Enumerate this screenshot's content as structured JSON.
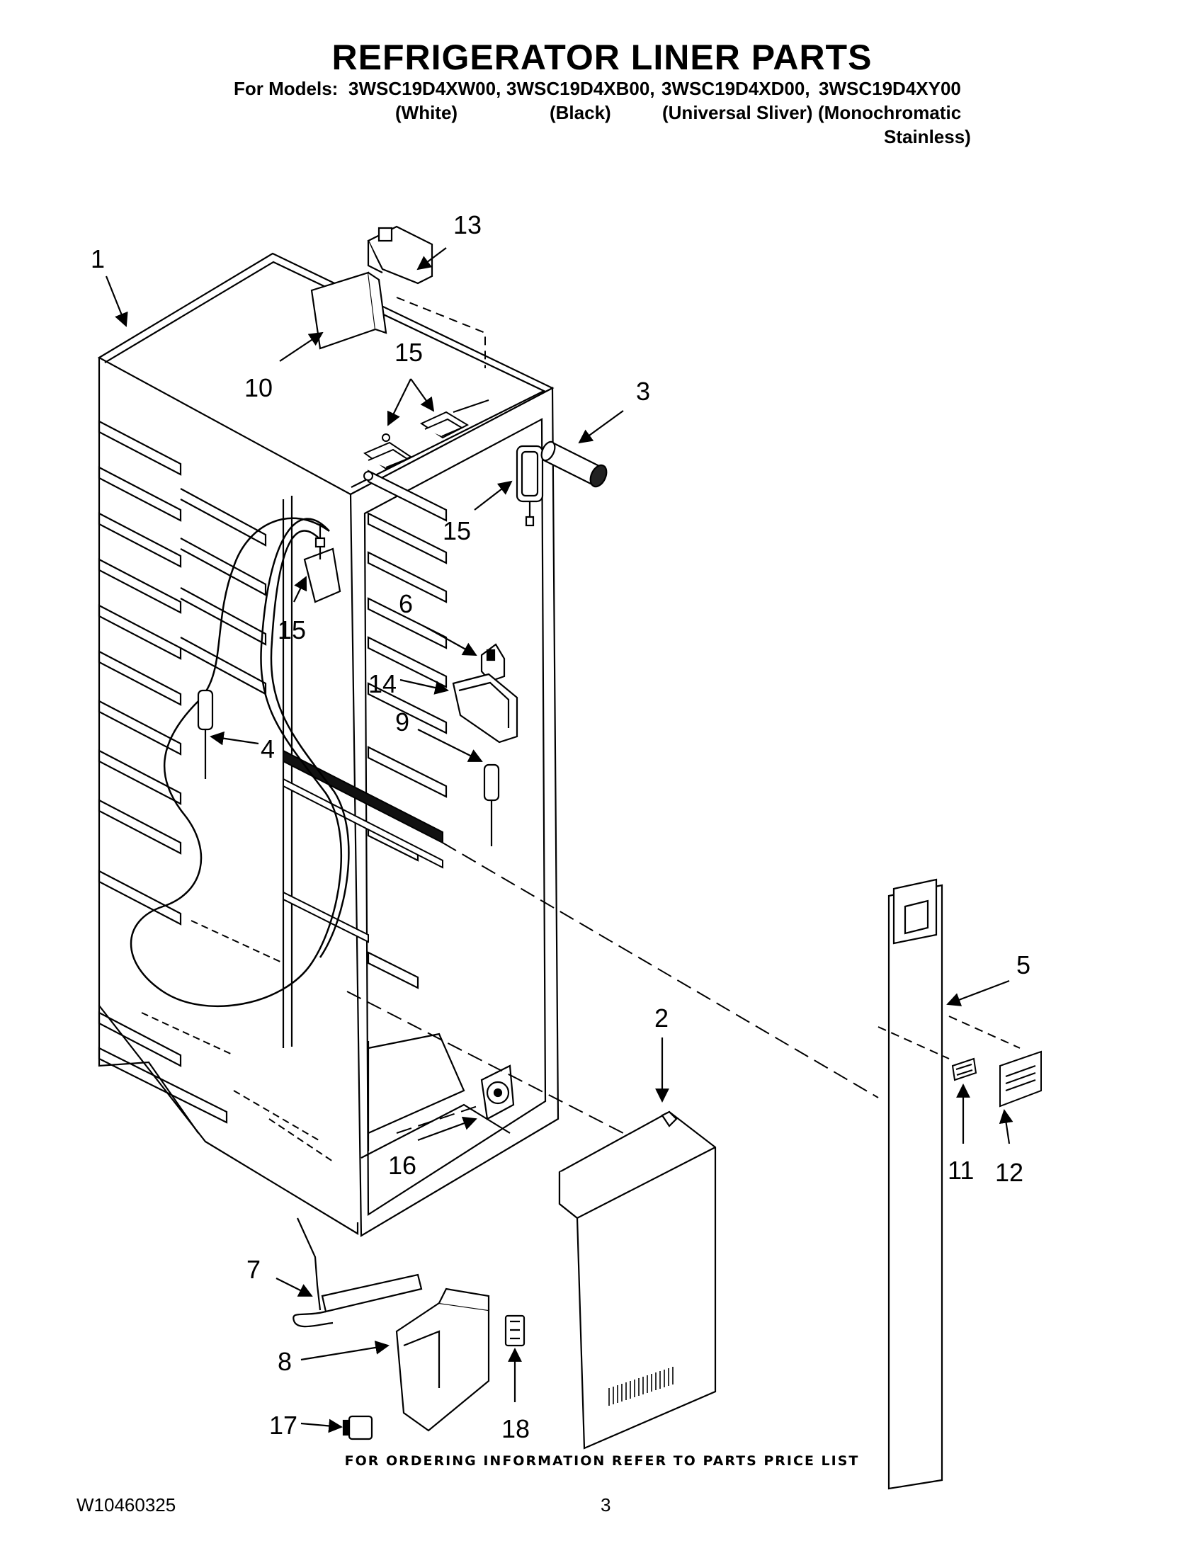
{
  "title": "REFRIGERATOR LINER PARTS",
  "models": {
    "prefix": "For Models:",
    "list": [
      "3WSC19D4XW00,",
      "3WSC19D4XB00,",
      "3WSC19D4XD00,",
      "3WSC19D4XY00"
    ],
    "colors": [
      "(White)",
      "(Black)",
      "(Universal Sliver)",
      "(Monochromatic"
    ],
    "colors_cont": "Stainless)"
  },
  "callouts": {
    "c1": "1",
    "c2": "2",
    "c3": "3",
    "c4": "4",
    "c5": "5",
    "c6": "6",
    "c7": "7",
    "c8": "8",
    "c9": "9",
    "c10": "10",
    "c11": "11",
    "c12": "12",
    "c13": "13",
    "c14": "14",
    "c15a": "15",
    "c15b": "15",
    "c15c": "15",
    "c16": "16",
    "c17": "17",
    "c18": "18"
  },
  "footer": {
    "note": "FOR ORDERING INFORMATION REFER TO PARTS PRICE LIST",
    "doc_number": "W10460325",
    "page_number": "3"
  }
}
